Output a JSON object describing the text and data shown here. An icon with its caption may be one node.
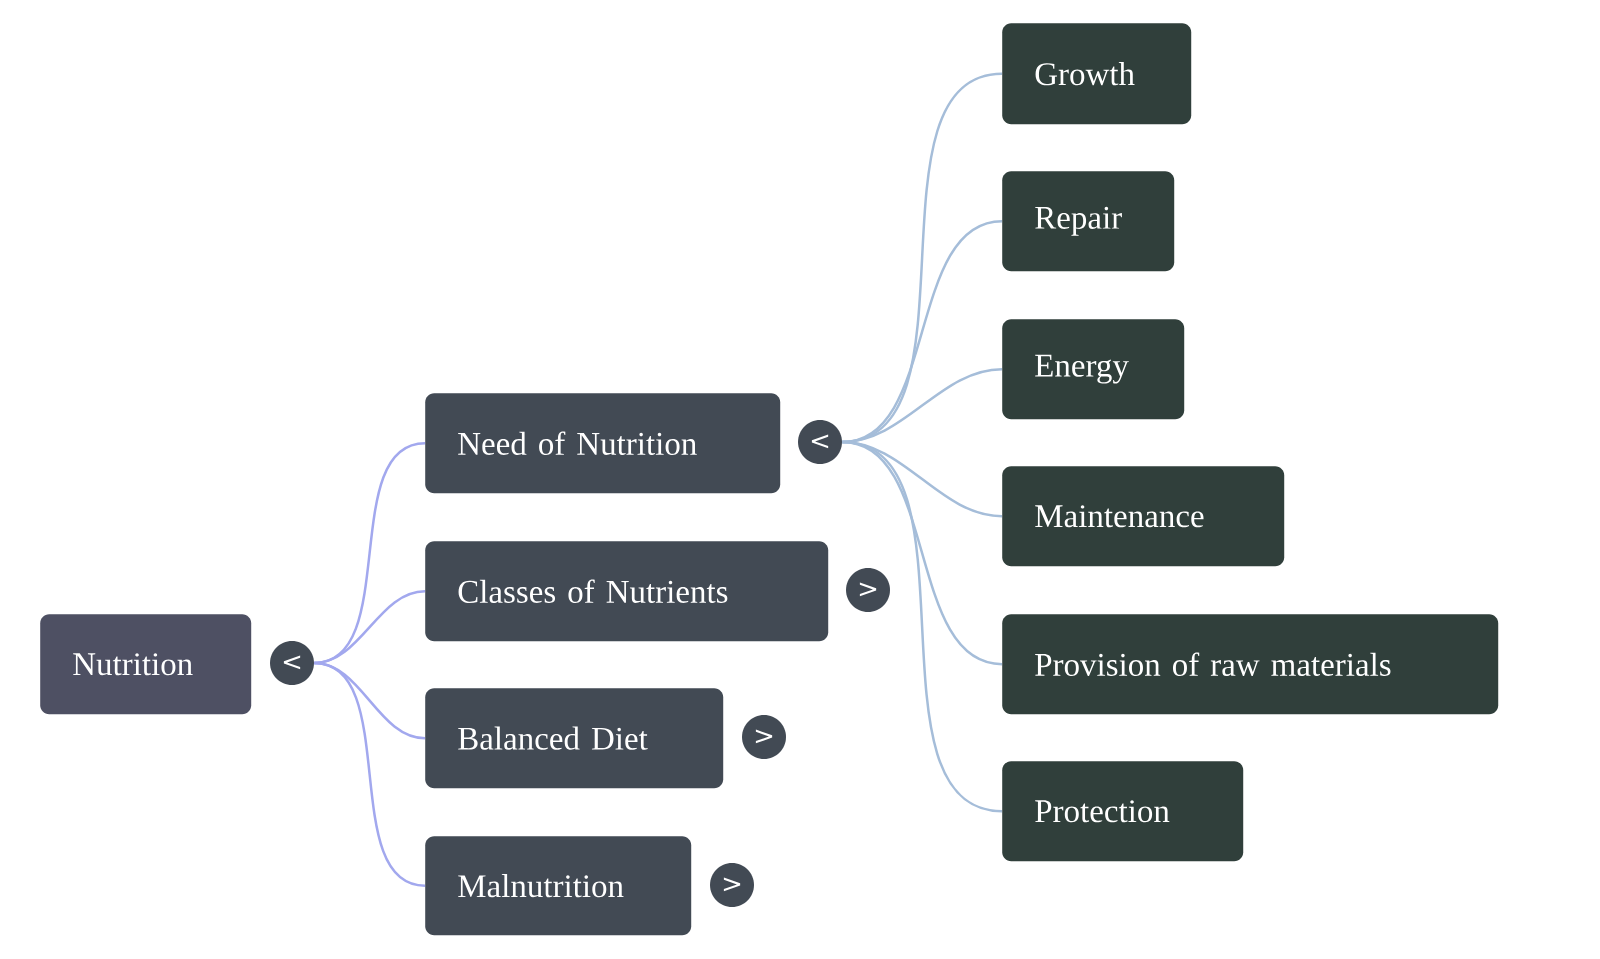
{
  "diagram": {
    "nodes": [
      {
        "text": [
          "Nutrition"
        ]
      },
      {
        "text": [
          "<"
        ]
      },
      {
        "text": [
          "Need of Nutrition"
        ]
      },
      {
        "text": [
          "<"
        ]
      },
      {
        "text": [
          "Classes of Nutrients"
        ]
      },
      {
        "text": [
          ">"
        ]
      },
      {
        "text": [
          "Balanced Diet"
        ]
      },
      {
        "text": [
          ">"
        ]
      },
      {
        "text": [
          "Malnutrition"
        ]
      },
      {
        "text": [
          ">"
        ]
      },
      {
        "text": [
          "Growth"
        ]
      },
      {
        "text": [
          "Repair"
        ]
      },
      {
        "text": [
          "Energy"
        ]
      },
      {
        "text": [
          "Maintenance"
        ]
      },
      {
        "text": [
          "Provision of raw materials"
        ]
      },
      {
        "text": [
          "Protection"
        ]
      }
    ],
    "edges": [
      {
        "from": 1,
        "to": 2,
        "arrow": "none",
        "color": "#a2a8ee"
      },
      {
        "from": 1,
        "to": 4,
        "arrow": "none",
        "color": "#a2a8ee"
      },
      {
        "from": 1,
        "to": 6,
        "arrow": "none",
        "color": "#a2a8ee"
      },
      {
        "from": 1,
        "to": 8,
        "arrow": "none",
        "color": "#a2a8ee"
      },
      {
        "from": 3,
        "to": 10,
        "arrow": "none"
      },
      {
        "from": 3,
        "to": 11,
        "arrow": "none"
      },
      {
        "from": 3,
        "to": 12,
        "arrow": "none"
      },
      {
        "from": 3,
        "to": 13,
        "arrow": "none"
      },
      {
        "from": 3,
        "to": 14,
        "arrow": "none"
      },
      {
        "from": 3,
        "to": 15,
        "arrow": "none"
      }
    ]
  }
}
